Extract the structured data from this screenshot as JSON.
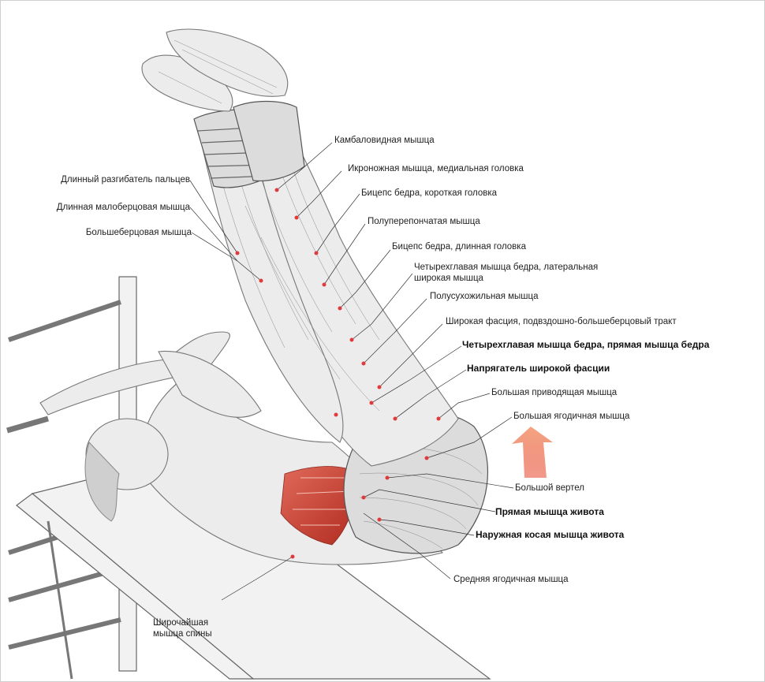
{
  "labels": {
    "soleus": "Камбаловидная мышца",
    "gastrocnemius_medial": "Икроножная мышца, медиальная головка",
    "biceps_femoris_short": "Бицепс бедра, короткая головка",
    "semimembranosus": "Полуперепончатая мышца",
    "biceps_femoris_long": "Бицепс бедра, длинная головка",
    "vastus_lateralis": "Четырехглавая мышца бедра, латеральная широкая мышца",
    "semitendinosus": "Полусухожильная мышца",
    "fascia_lata": "Широкая фасция, подвздошно-большеберцовый тракт",
    "rectus_femoris": "Четырехглавая мышца бедра, прямая мышца бедра",
    "tensor_fascia_lata": "Напрягатель широкой фасции",
    "adductor_magnus": "Большая приводящая мышца",
    "gluteus_maximus": "Большая ягодичная мышца",
    "greater_trochanter": "Большой вертел",
    "rectus_abdominis": "Прямая мышца живота",
    "external_oblique": "Наружная косая мышца живота",
    "gluteus_medius": "Средняя ягодичная мышца",
    "extensor_digitorum_longus": "Длинный разгибатель пальцев",
    "peroneus_longus": "Длинная малоберцовая мышца",
    "tibialis_anterior": "Большеберцовая мышца",
    "latissimus_dorsi": "Широчайшая мышца спины"
  },
  "colors": {
    "accent_dot": "#e03a3a",
    "target_muscle": "#c0392b",
    "arrow_top": "#f4a582",
    "arrow_bottom": "#e8553e"
  },
  "icons": {
    "direction": "up-arrow-icon"
  }
}
